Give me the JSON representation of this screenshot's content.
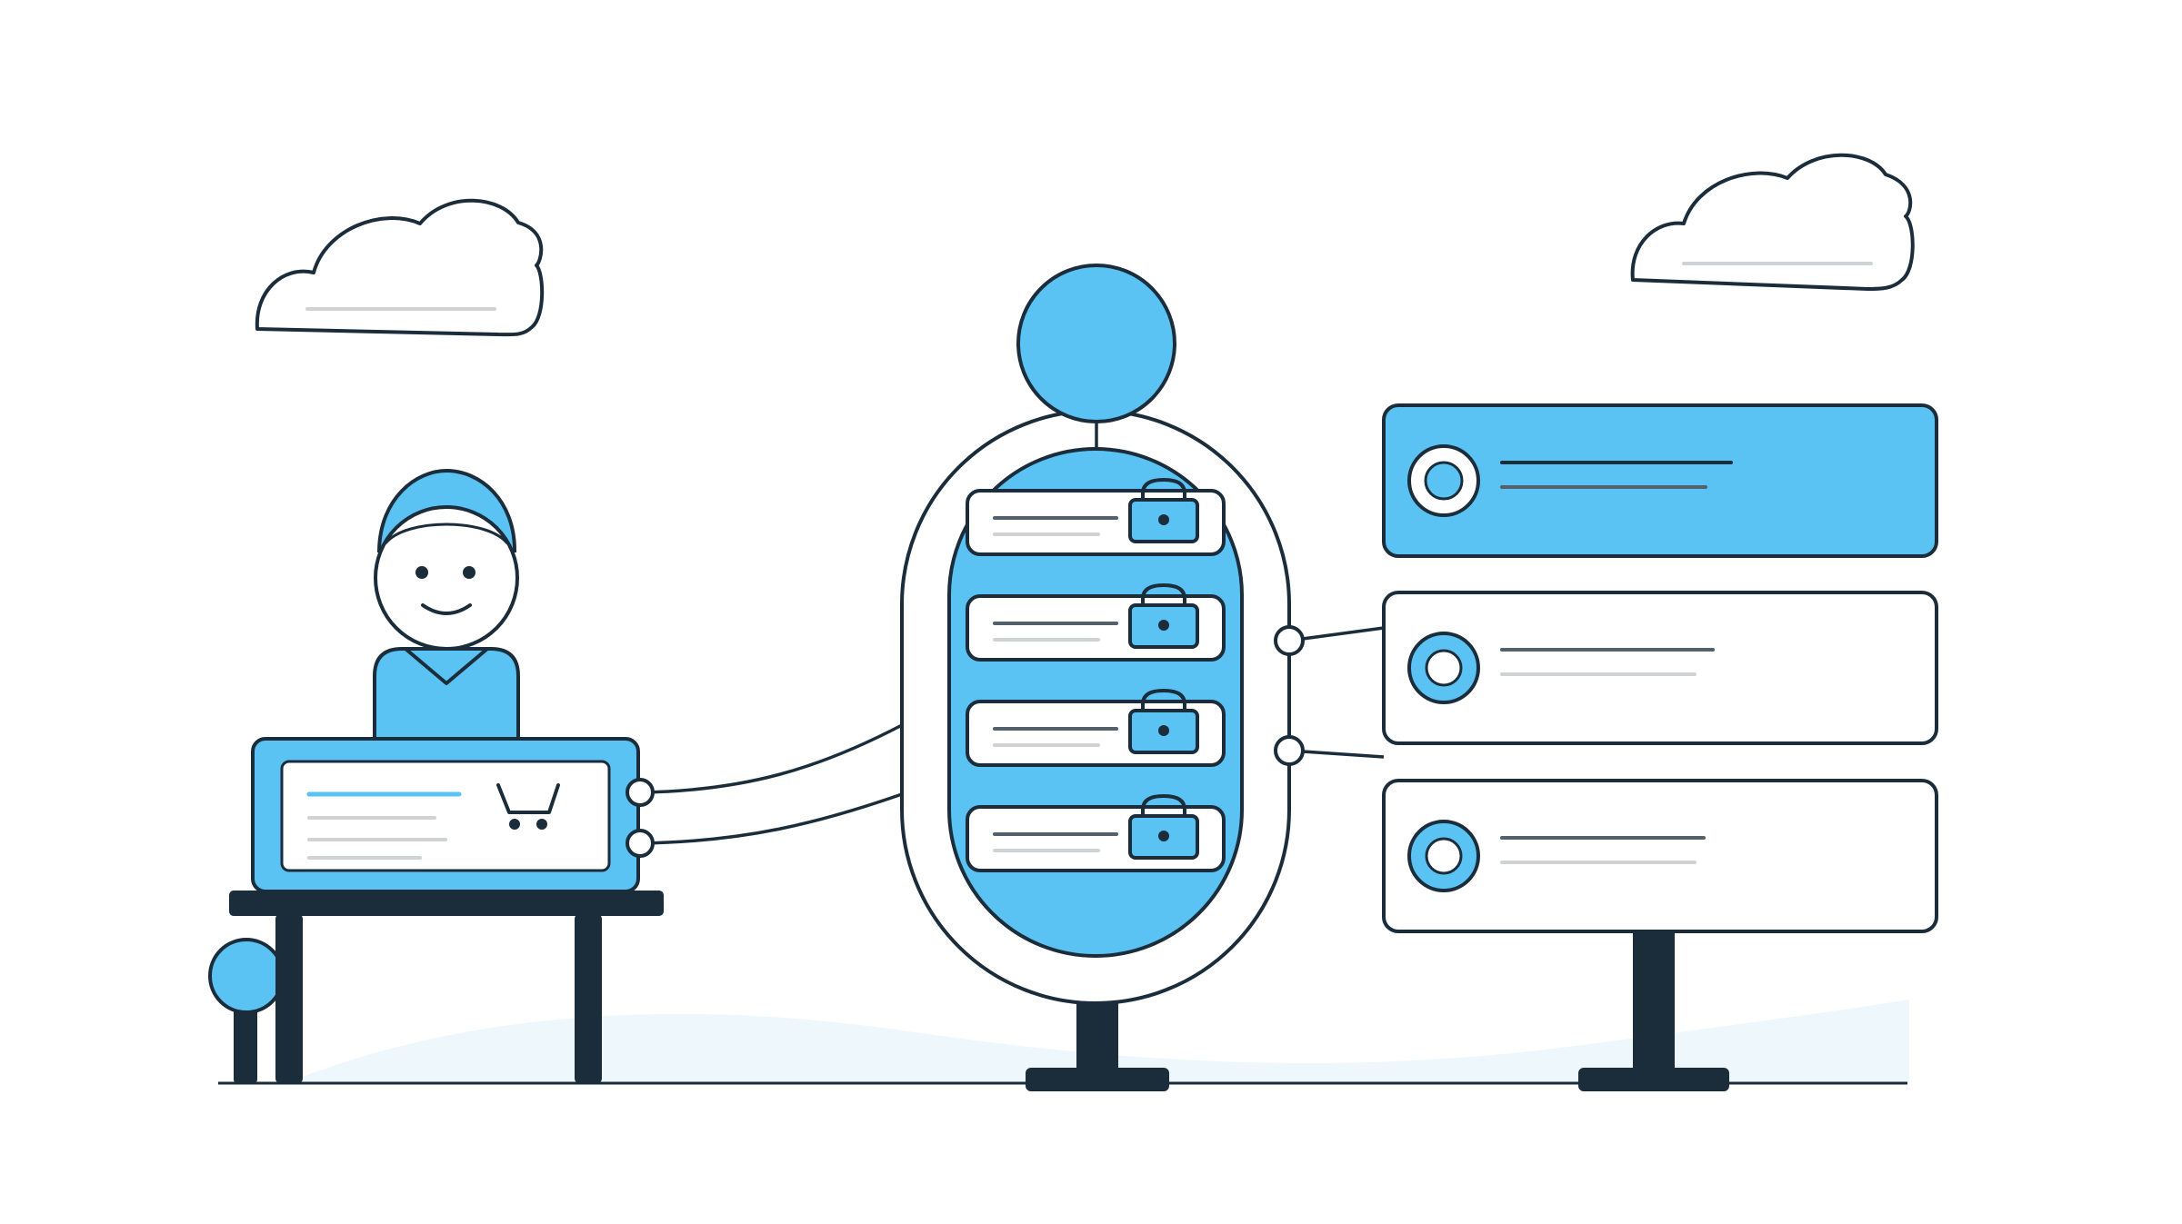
{
  "palette": {
    "background": "#ffffff",
    "outline": "#1b2d3b",
    "accent": "#5bc3f3",
    "ground_tint": "#eef8fc",
    "placeholder_line": "#cfd3d6",
    "highlight_line": "#5bc3f3"
  },
  "illustration": {
    "clouds": 2,
    "customer": {
      "expression": "smile",
      "screen_icon": "shopping-cart-icon"
    },
    "secure_server": {
      "locked_records": 4,
      "record_icon": "padlock-icon",
      "top_node": "circle"
    },
    "option_panels": {
      "count": 3,
      "selected_index": 0,
      "control_icon": "radio-icon"
    }
  }
}
